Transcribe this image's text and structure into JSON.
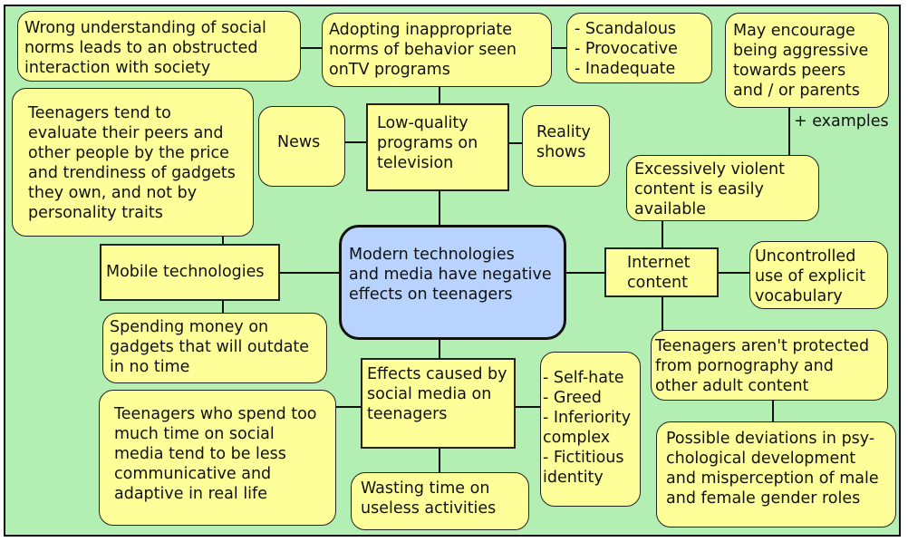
{
  "diagram": {
    "center": "Modern technologies\nand media have negative\neffects on teenagers",
    "tv": {
      "hub": "Low-quality\nprograms on\ntelevision",
      "news": "News",
      "reality": "Reality\nshows",
      "norms": "Adopting inappropriate\nnorms of behavior seen\nonTV programs",
      "qualities": "- Scandalous\n- Provocative\n- Inadequate",
      "wrong_understanding": "Wrong understanding of social\nnorms leads to  an  obstructed\ninteraction with society"
    },
    "mobile": {
      "hub": "Mobile technologies",
      "evaluate": "Teenagers tend to\nevaluate their peers and\nother people by the price\nand trendiness of gadgets\nthey own, and not by\npersonality traits",
      "spending": "Spending money on\ngadgets that will outdate\nin no time"
    },
    "internet": {
      "hub": "Internet\ncontent",
      "violent": "Excessively violent\ncontent is easily\navailable",
      "aggressive": "May encourage\nbeing aggressive\ntowards peers\nand / or parents",
      "examples_label": "+ examples",
      "vocabulary": "Uncontrolled\nuse of explicit\nvocabulary",
      "pornography": "Teenagers aren't protected\n  from pornography and\n  other adult content",
      "deviations": "Possible deviations in psy-\nchological development\nand misperception of male\nand  female  gender roles"
    },
    "social": {
      "hub": "Effects caused by\nsocial media on\nteenagers",
      "less_communicative": "Teenagers who spend too\nmuch time on social\nmedia tend to be less\ncommunicative and\nadaptive in real life",
      "wasting_time": "Wasting time on\nuseless activities",
      "self_issues": "- Self-hate\n- Greed\n- Inferiority\n  complex\n- Fictitious\n  identity"
    }
  },
  "colors": {
    "background": "#b3eeb3",
    "box": "#ffff99",
    "center": "#b9d3ff",
    "line": "#111111"
  }
}
